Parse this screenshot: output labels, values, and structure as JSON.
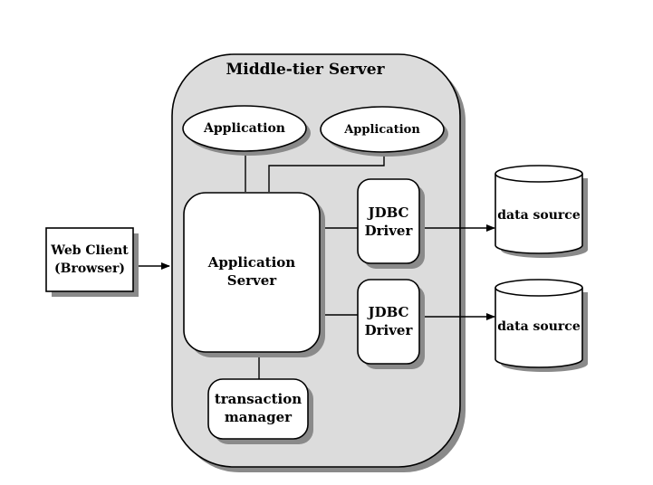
{
  "diagram": {
    "tier_title": "Middle-tier Server",
    "web_client": {
      "line1": "Web Client",
      "line2": "(Browser)"
    },
    "application_1": "Application",
    "application_2": "Application",
    "app_server": {
      "line1": "Application",
      "line2": "Server"
    },
    "jdbc_driver_1": {
      "line1": "JDBC",
      "line2": "Driver"
    },
    "jdbc_driver_2": {
      "line1": "JDBC",
      "line2": "Driver"
    },
    "transaction_manager": {
      "line1": "transaction",
      "line2": "manager"
    },
    "data_source_1": "data source",
    "data_source_2": "data source"
  },
  "colors": {
    "tier_fill": "#dcdcdc",
    "box_fill": "#ffffff",
    "shadow": "#8a8a8a",
    "stroke": "#000000"
  }
}
